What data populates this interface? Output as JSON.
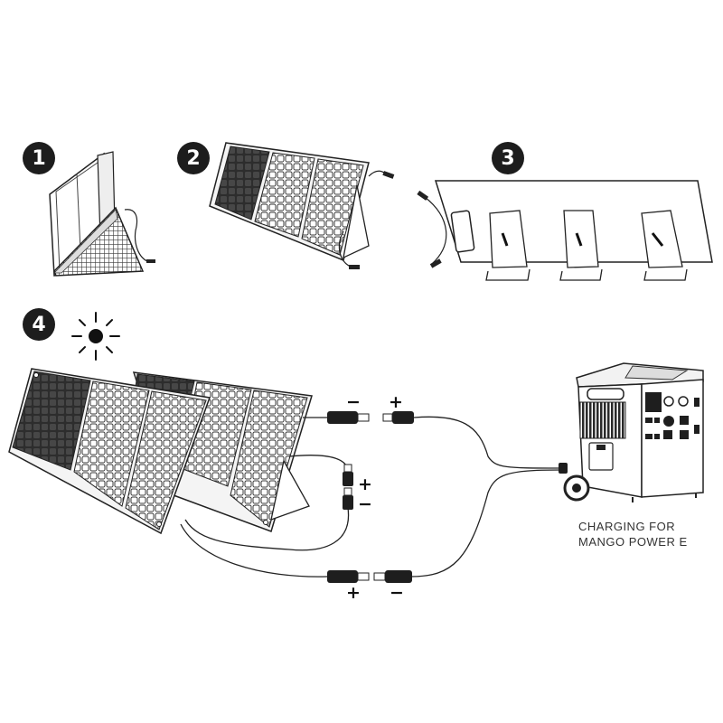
{
  "steps": [
    {
      "number": "1"
    },
    {
      "number": "2"
    },
    {
      "number": "3"
    },
    {
      "number": "4"
    }
  ],
  "polarity": {
    "plus": "+",
    "minus": "−"
  },
  "caption": {
    "line1": "CHARGING FOR",
    "line2": "MANGO POWER E"
  },
  "icons": [
    "sun-icon",
    "mc4-connector-icon",
    "power-station-icon",
    "solar-panel-icon"
  ],
  "colors": {
    "ink": "#1d1d1d",
    "panel_cell": "#3a3a3a",
    "frame": "#e6e6e6"
  }
}
